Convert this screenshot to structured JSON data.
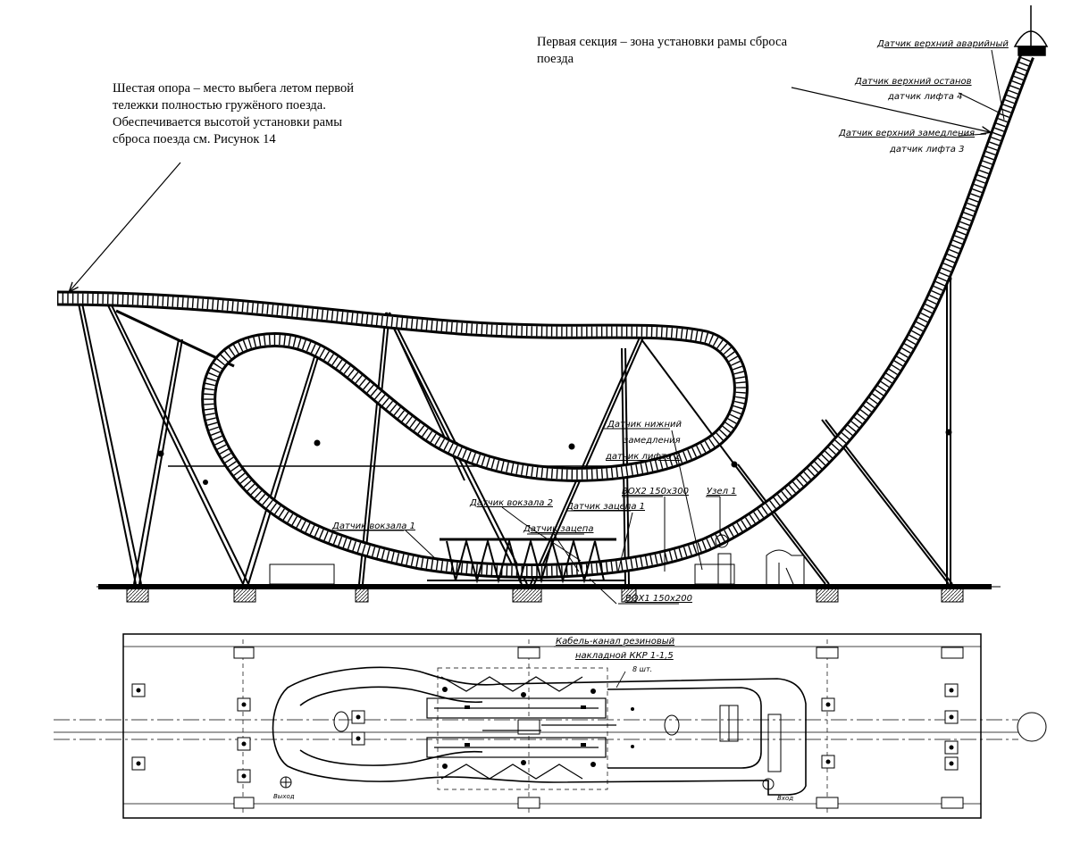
{
  "notes": {
    "sixth_support": [
      "Шестая опора – место выбега летом первой",
      "тележки полностью гружёного поезда.",
      "Обеспечивается высотой установки рамы",
      "сброса поезда  см. Рисунок 14"
    ],
    "first_section": [
      "Первая секция – зона установки рамы сброса",
      "поезда"
    ]
  },
  "labels": {
    "top_emergency": "Датчик верхний аварийный",
    "top_stop": "Датчик верхний останов",
    "lift_sensor_4": "датчик лифта 4",
    "top_slowdown": "Датчик верхний замедления",
    "lift_sensor_3": "датчик лифта 3",
    "bottom_slowdown_1": "Датчик нижний",
    "bottom_slowdown_2": "замедления",
    "lift_sensor_2": "датчик лифта 2",
    "box2": "BOX2 150x300",
    "node1": "Узел 1",
    "station_sensor_2": "Датчик вокзала 2",
    "catch_sensor_1": "Датчик зацепа 1",
    "station_sensor_1": "Датчик вокзала 1",
    "catch_sensor": "Датчик зацепа",
    "box1": "BOX1 150x200",
    "cable_channel_1": "Кабель-канал резиновый",
    "cable_channel_2": "накладной ККР 1-1,5",
    "cable_count": "8 шт.",
    "exit": "Выход",
    "entry": "Вход"
  }
}
